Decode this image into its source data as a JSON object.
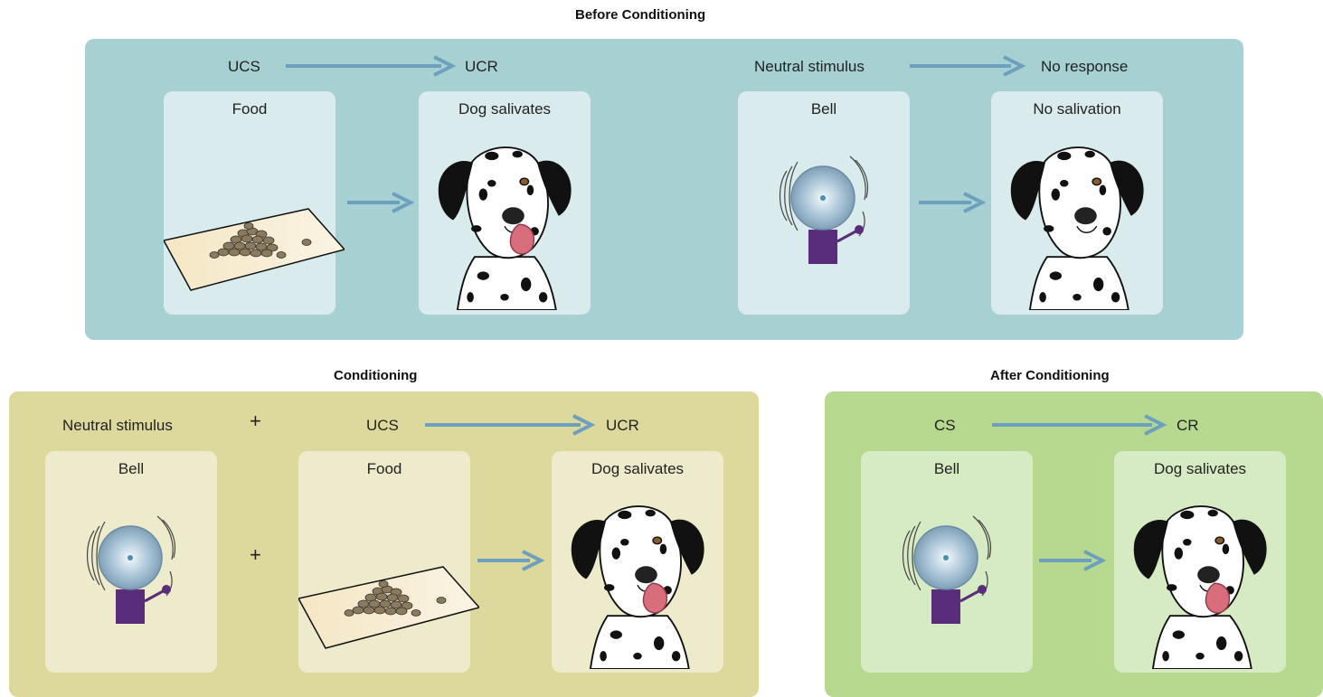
{
  "before": {
    "title": "Before Conditioning",
    "ucs": "UCS",
    "ucr": "UCR",
    "neutral_stimulus": "Neutral stimulus",
    "no_response": "No response",
    "cards": [
      "Food",
      "Dog salivates",
      "Bell",
      "No salivation"
    ]
  },
  "conditioning": {
    "title": "Conditioning",
    "neutral_stimulus": "Neutral stimulus",
    "plus": "+",
    "ucs": "UCS",
    "ucr": "UCR",
    "cards": [
      "Bell",
      "Food",
      "Dog salivates"
    ]
  },
  "after": {
    "title": "After Conditioning",
    "cs": "CS",
    "cr": "CR",
    "cards": [
      "Bell",
      "Dog salivates"
    ]
  },
  "colors": {
    "before_panel": "#a6d0d2",
    "conditioning_panel": "#ddd89c",
    "after_panel": "#b6d98f",
    "arrow": "#6d9fbe",
    "bell_base": "#5a2d7a"
  },
  "icons": [
    "food-pile-icon",
    "bell-icon",
    "dog-salivating-icon",
    "dog-icon"
  ]
}
